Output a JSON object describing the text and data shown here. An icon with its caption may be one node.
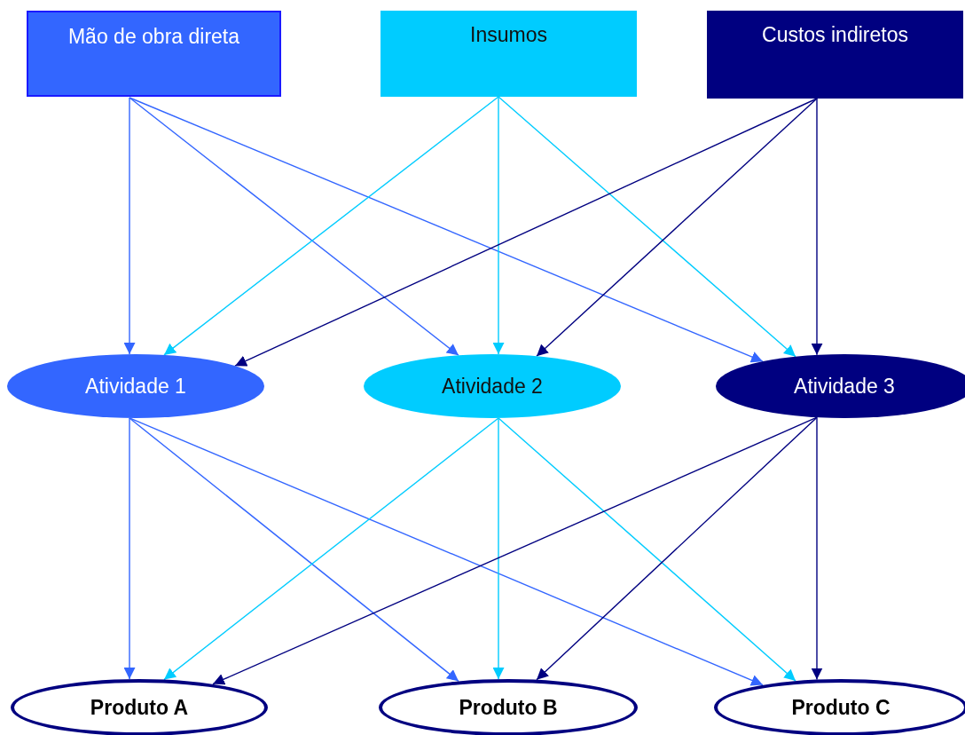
{
  "diagram": {
    "nodes": [
      {
        "text": [
          "Mão de obra direta"
        ]
      },
      {
        "text": [
          "Insumos"
        ]
      },
      {
        "text": [
          "Custos indiretos"
        ]
      },
      {
        "text": [
          "Atividade 1"
        ]
      },
      {
        "text": [
          "Atividade 2"
        ]
      },
      {
        "text": [
          "Atividade 3"
        ]
      },
      {
        "text": [
          "Produto A"
        ]
      },
      {
        "text": [
          "Produto B"
        ]
      },
      {
        "text": [
          "Produto C"
        ]
      }
    ],
    "edges": [
      {
        "from": 0,
        "to": 3,
        "arrow": "to",
        "color": "#3366ff"
      },
      {
        "from": 0,
        "to": 4,
        "arrow": "to",
        "color": "#3366ff"
      },
      {
        "from": 0,
        "to": 5,
        "arrow": "to",
        "color": "#3366ff"
      },
      {
        "from": 1,
        "to": 3,
        "arrow": "to",
        "color": "#00ccff"
      },
      {
        "from": 1,
        "to": 4,
        "arrow": "to",
        "color": "#00ccff"
      },
      {
        "from": 1,
        "to": 5,
        "arrow": "to",
        "color": "#00ccff"
      },
      {
        "from": 2,
        "to": 3,
        "arrow": "to",
        "color": "#000080"
      },
      {
        "from": 2,
        "to": 4,
        "arrow": "to",
        "color": "#000080"
      },
      {
        "from": 2,
        "to": 5,
        "arrow": "to",
        "color": "#000080"
      },
      {
        "from": 3,
        "to": 6,
        "arrow": "to",
        "color": "#3366ff"
      },
      {
        "from": 3,
        "to": 7,
        "arrow": "to",
        "color": "#3366ff"
      },
      {
        "from": 3,
        "to": 8,
        "arrow": "to",
        "color": "#3366ff"
      },
      {
        "from": 4,
        "to": 6,
        "arrow": "to",
        "color": "#00ccff"
      },
      {
        "from": 4,
        "to": 7,
        "arrow": "to",
        "color": "#00ccff"
      },
      {
        "from": 4,
        "to": 8,
        "arrow": "to",
        "color": "#00ccff"
      },
      {
        "from": 5,
        "to": 6,
        "arrow": "to",
        "color": "#000080"
      },
      {
        "from": 5,
        "to": 7,
        "arrow": "to",
        "color": "#000080"
      },
      {
        "from": 5,
        "to": 8,
        "arrow": "to",
        "color": "#000080"
      }
    ]
  }
}
